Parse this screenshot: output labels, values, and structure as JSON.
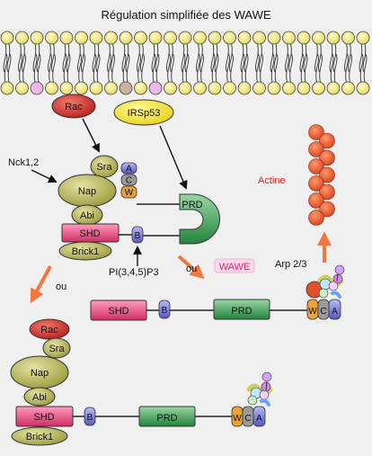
{
  "title": "Régulation simplifiée des WAWE",
  "labels": {
    "rac": "Rac",
    "irsp53": "IRSp53",
    "nck": "Nck1,2",
    "sra": "Sra",
    "nap": "Nap",
    "abi": "Abi",
    "shd": "SHD",
    "brick": "Brick1",
    "a": "A",
    "c": "C",
    "w": "W",
    "prd": "PRD",
    "b": "B",
    "pip3": "PI(3,4,5)P3",
    "ou": "ou",
    "wawe": "WAWE",
    "actine": "Actine",
    "arp": "Arp 2/3"
  },
  "colors": {
    "membrane_head": "#f4ea82",
    "rac_red": "#d63030",
    "irsp_yellow": "#f2e030",
    "olive": "#b8b85a",
    "shd_pink": "#e0457a",
    "b_blue": "#6d6ed6",
    "prd_green": "#2f9a4c",
    "actin_red": "#e0502a",
    "arrow_orange": "#f07840"
  }
}
